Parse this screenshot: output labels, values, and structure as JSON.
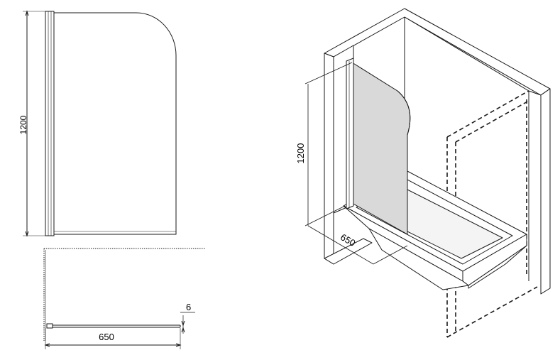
{
  "drawing": {
    "front_view": {
      "height_label": "1200"
    },
    "top_view": {
      "width_label": "650",
      "thickness_label": "6"
    },
    "iso_view": {
      "height_label": "1200",
      "width_label": "650"
    }
  },
  "colors": {
    "line": "#1a1a1a",
    "glass": "#d9d9d9",
    "wall_fill": "#ffffff"
  }
}
